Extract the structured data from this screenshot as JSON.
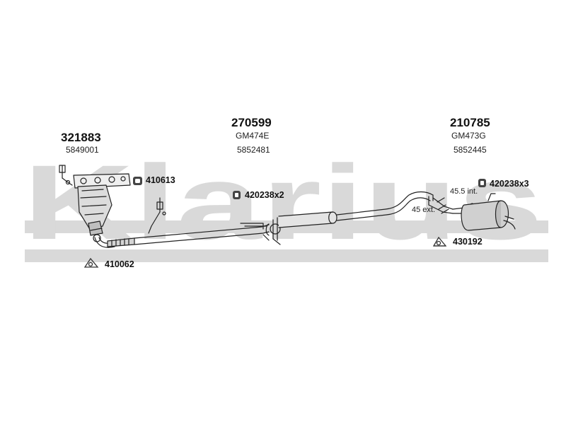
{
  "watermark": {
    "text": "Klarius",
    "color": "#d7d7d7"
  },
  "components": [
    {
      "part_number": "321883",
      "codes": [
        "5849001"
      ]
    },
    {
      "part_number": "270599",
      "codes": [
        "GM474E",
        "5852481"
      ]
    },
    {
      "part_number": "210785",
      "codes": [
        "GM473G",
        "5852445"
      ]
    }
  ],
  "accessories": {
    "gasket_410613": "410613",
    "gasket_410062": "410062",
    "hanger_pair": "420238x2",
    "hanger_triple": "420238x3",
    "clamp_430192": "430192"
  },
  "notes": {
    "internal": "45.5 int.",
    "external": "45 ext."
  }
}
